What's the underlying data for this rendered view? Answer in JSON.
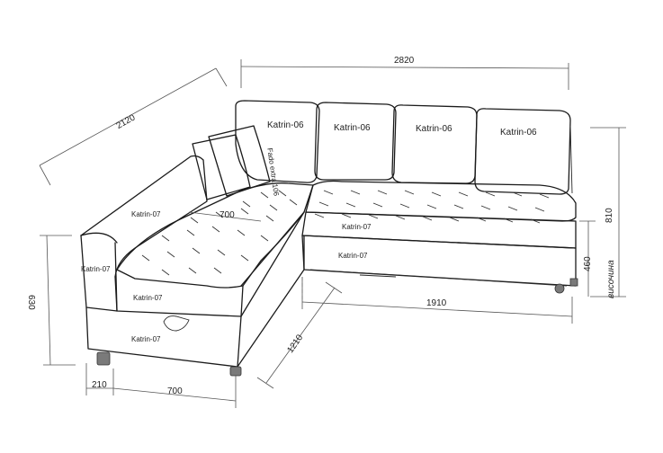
{
  "dimensions": {
    "total_length": "2820",
    "depth_diagonal": "2120",
    "side_depth": "700",
    "side_front": "700",
    "armrest": "210",
    "left_height": "630",
    "right_height": "810",
    "height_label": "височина",
    "seat_height": "460",
    "main_length": "1910",
    "chaise_length": "1210"
  },
  "fabrics": {
    "pillow_1": "Katrin-06",
    "pillow_2": "Katrin-06",
    "pillow_3": "Katrin-06",
    "pillow_4": "Katrin-06",
    "throw_pillow": "Fado extra 106",
    "arm_top": "Katrin-07",
    "arm_side": "Katrin-07",
    "seat_front_left": "Katrin-07",
    "base_left": "Katrin-07",
    "seat_front_right": "Katrin-07",
    "base_right": "Katrin-07"
  }
}
